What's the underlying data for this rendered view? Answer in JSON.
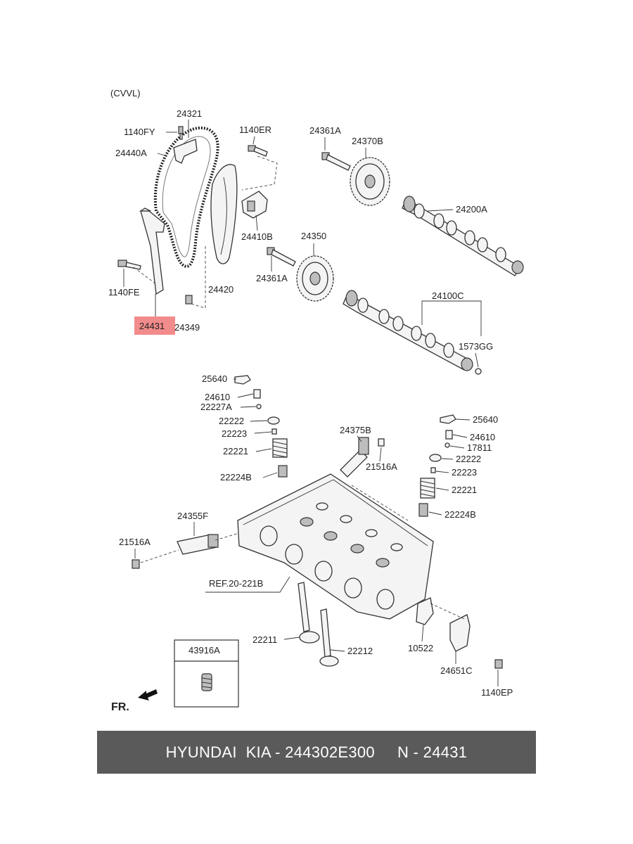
{
  "diagram": {
    "variant": "(CVVL)",
    "highlight_color": "#f28b8b",
    "highlighted_part": "24431",
    "upper_labels": [
      "24321",
      "1140FY",
      "24440A",
      "1140ER",
      "24361A",
      "24370B",
      "24200A",
      "24410B",
      "24350",
      "24361A",
      "24420",
      "1140FE",
      "24349",
      "24100C",
      "1573GG"
    ],
    "lower_left_labels": [
      "25640",
      "24610",
      "22227A",
      "22222",
      "22223",
      "22221",
      "22224B"
    ],
    "lower_right_labels": [
      "25640",
      "24610",
      "17811",
      "22222",
      "22223",
      "22221",
      "22224B"
    ],
    "misc_labels": [
      "24375B",
      "21516A",
      "24355F",
      "21516A",
      "REF.20-221B",
      "22211",
      "22212",
      "10522",
      "24651C",
      "1140EP"
    ],
    "inset_label": "43916A",
    "direction_label": "FR."
  },
  "footer": {
    "text": "HYUNDAI  KIA - 244302E300     N - 24431",
    "background": "#5a5a5a"
  }
}
